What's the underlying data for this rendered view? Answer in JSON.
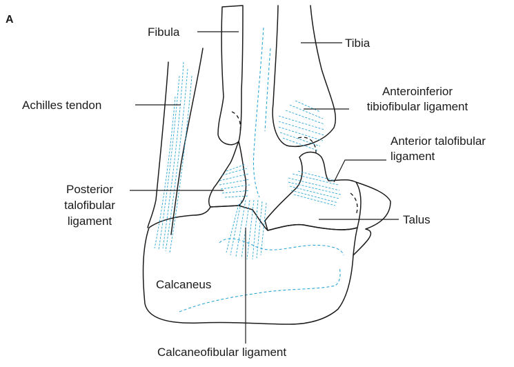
{
  "panel_label": "A",
  "labels": {
    "fibula": "Fibula",
    "tibia": "Tibia",
    "achilles": "Achilles tendon",
    "ant_inf_line1": "Anteroinferior",
    "ant_inf_line2": "tibiofibular ligament",
    "ant_talo_line1": "Anterior talofibular",
    "ant_talo_line2": "ligament",
    "post_talo_line1": "Posterior",
    "post_talo_line2": "talofibular",
    "post_talo_line3": "ligament",
    "talus": "Talus",
    "calcaneus": "Calcaneus",
    "calcaneofibular": "Calcaneofibular ligament"
  },
  "colors": {
    "outline": "#1a1a1a",
    "ligament": "#2aa6d6"
  }
}
